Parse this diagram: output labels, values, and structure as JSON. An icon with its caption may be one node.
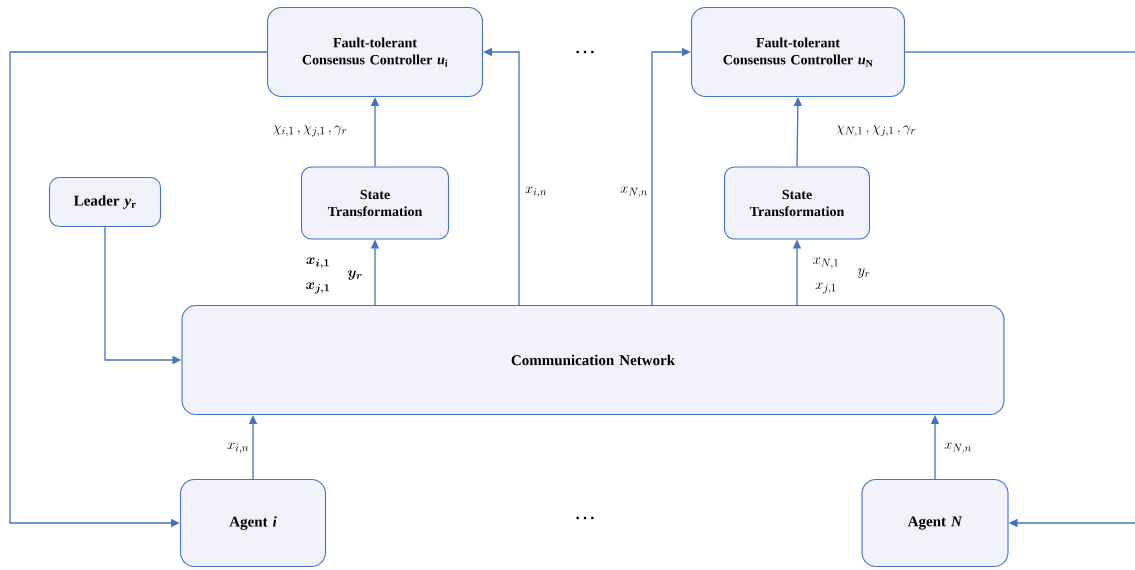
{
  "diagram": {
    "nodes": [
      {
        "text": [
          "Fault-tolerant Consensus Controller *u*$_{i}$"
        ]
      },
      {
        "text": [
          "Fault-tolerant Consensus Controller *u*$_{N}$"
        ]
      },
      {
        "text": [
          "Leader *y*$_{r}$"
        ]
      },
      {
        "text": [
          "State Transformation"
        ]
      },
      {
        "text": [
          "State Transformation"
        ]
      },
      {
        "text": [
          "Communication Network"
        ]
      },
      {
        "text": [
          "Agent *i*"
        ]
      },
      {
        "text": [
          "Agent *N*"
        ]
      }
    ],
    "edges": [
      {
        "from": 0,
        "to": 6,
        "arrow": "to"
      },
      {
        "from": 3,
        "to": 0,
        "arrow": "to",
        "label": "\\chi_{i,1}\\,,\\chi_{j,1}\\,,\\gamma_r"
      },
      {
        "from": 5,
        "to": 3,
        "arrow": "to"
      },
      {
        "from": 5,
        "to": 0,
        "arrow": "to",
        "label": "x_{i,n}"
      },
      {
        "from": 5,
        "to": 1,
        "arrow": "to",
        "label": "x_{N,n}"
      },
      {
        "from": 4,
        "to": 1,
        "arrow": "to",
        "label": "\\chi_{N,1}\\,,\\chi_{j,1}\\,,\\gamma_r"
      },
      {
        "from": 5,
        "to": 4,
        "arrow": "to"
      },
      {
        "from": 2,
        "to": 5,
        "arrow": "to"
      },
      {
        "from": 6,
        "to": 5,
        "arrow": "to",
        "label": "x_{i,n}"
      },
      {
        "from": 7,
        "to": 5,
        "arrow": "to",
        "label": "x_{N,n}"
      },
      {
        "from": 1,
        "to": null,
        "arrow": "none"
      },
      {
        "from": null,
        "to": 7,
        "arrow": "to"
      }
    ],
    "labels": [
      "…",
      "\\boldsymbol{x_{i,1}}",
      "\\boldsymbol{y_r}",
      "\\boldsymbol{x_{j,1}}",
      "x_{N,1}",
      "y_r",
      "x_{j,1}",
      "…"
    ]
  }
}
